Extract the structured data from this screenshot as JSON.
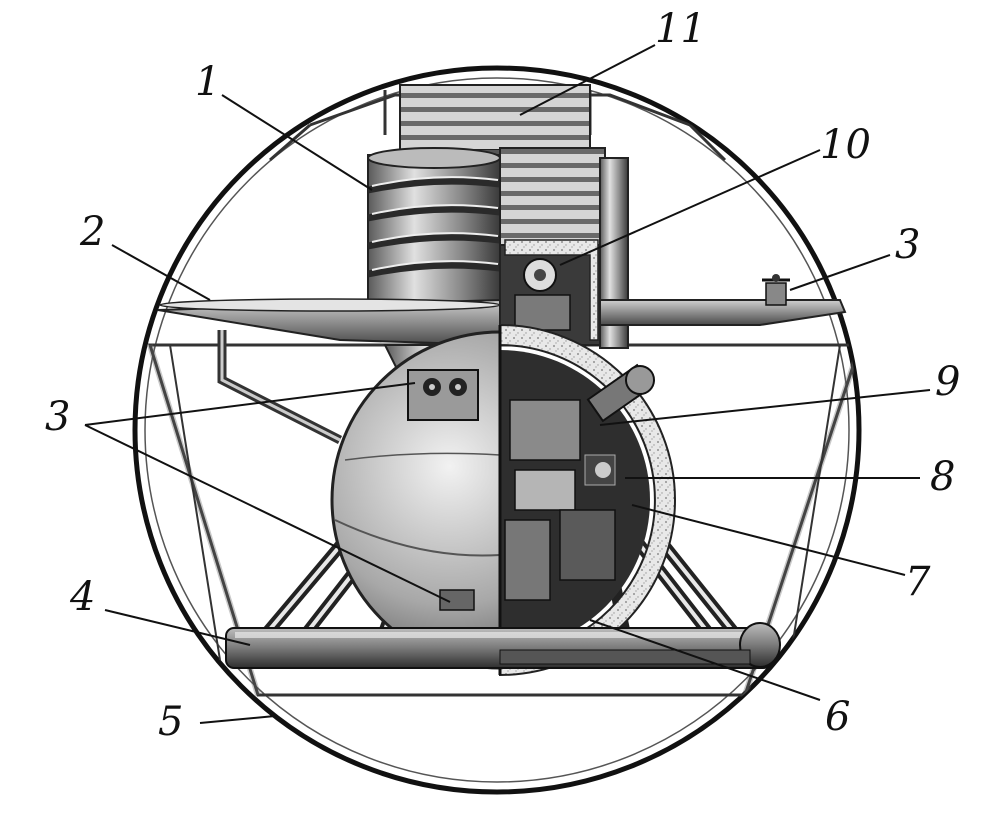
{
  "figure": {
    "kind": "technical cutaway illustration",
    "subject_hint": "spherical probe capsule",
    "callouts": [
      {
        "id": "c1",
        "label": "1"
      },
      {
        "id": "c2",
        "label": "2"
      },
      {
        "id": "c3a",
        "label": "3"
      },
      {
        "id": "c3b",
        "label": "3"
      },
      {
        "id": "c4",
        "label": "4"
      },
      {
        "id": "c5",
        "label": "5"
      },
      {
        "id": "c6",
        "label": "6"
      },
      {
        "id": "c7",
        "label": "7"
      },
      {
        "id": "c8",
        "label": "8"
      },
      {
        "id": "c9",
        "label": "9"
      },
      {
        "id": "c10",
        "label": "10"
      },
      {
        "id": "c11",
        "label": "11"
      }
    ]
  },
  "colors": {
    "ink": "#111111",
    "metal_light": "#d9d9d9",
    "metal_mid": "#9a9a9a",
    "metal_dark": "#4a4a4a",
    "insulation": "#e8e8e8",
    "background": "#ffffff"
  }
}
